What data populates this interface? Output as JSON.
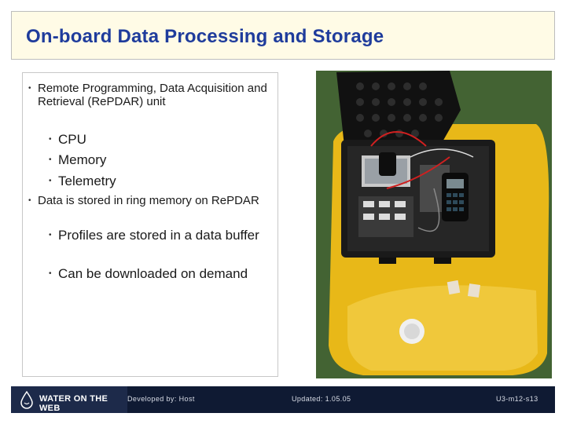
{
  "slide": {
    "title": "On-board Data Processing and Storage",
    "bullets": [
      {
        "text": "Remote Programming, Data Acquisition and Retrieval (RePDAR) unit",
        "level": 1
      },
      {
        "text": "CPU",
        "level": 2
      },
      {
        "text": "Memory",
        "level": 2
      },
      {
        "text": "Telemetry",
        "level": 2
      },
      {
        "text": "Data is stored in ring memory on RePDAR",
        "level": 1
      },
      {
        "text": "Profiles are stored in a data buffer",
        "level": 2
      },
      {
        "text": "Can be downloaded on demand",
        "level": 2
      }
    ],
    "bullet_glyph": "•"
  },
  "photo": {
    "subject": "RePDAR unit inside open yellow case",
    "colors": {
      "case": "#e8b818",
      "foam": "#2a2a2a",
      "grass": "#3d5a2e"
    }
  },
  "footer": {
    "logo_text": "WATER ON THE WEB",
    "developed_by": "Developed by: Host",
    "updated": "Updated: 1.05.05",
    "slide_id": "U3-m12-s13"
  },
  "colors": {
    "title": "#1f3c9c",
    "title_bg": "#fffbe6",
    "footer_bg": "#0f1a33"
  }
}
